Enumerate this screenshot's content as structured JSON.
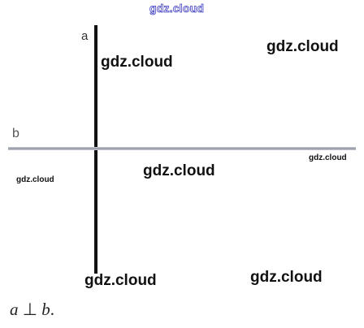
{
  "watermarks": {
    "top": "gdz.cloud",
    "a": "gdz.cloud",
    "b": "gdz.cloud",
    "c": "gdz.cloud",
    "d": "gdz.cloud",
    "e": "gdz.cloud",
    "f": "gdz.cloud",
    "g": "gdz.cloud"
  },
  "lines": {
    "a": {
      "label": "a"
    },
    "b": {
      "label": "b"
    }
  },
  "caption": {
    "left": "a",
    "symbol": "⊥",
    "right": "b",
    "end": "."
  }
}
